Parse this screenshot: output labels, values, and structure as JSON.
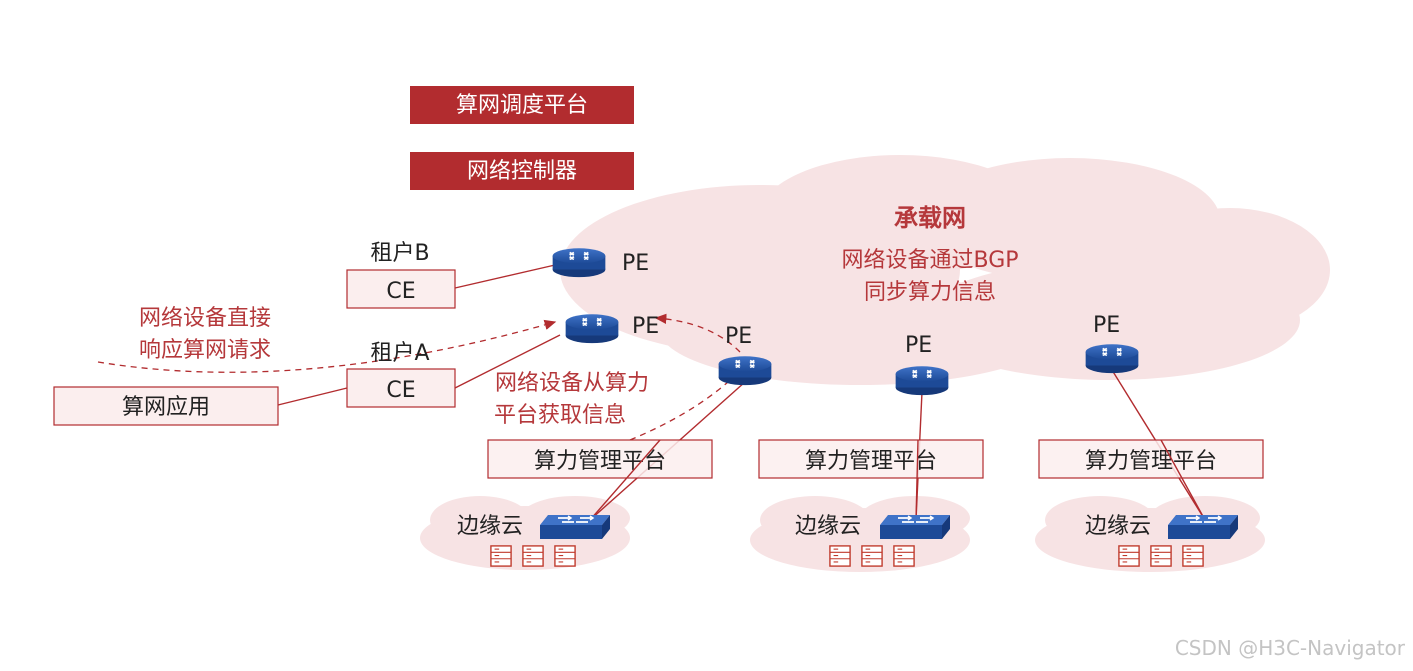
{
  "header_boxes": {
    "scheduling_platform": "算网调度平台",
    "network_controller": "网络控制器"
  },
  "bearer_network": {
    "title": "承载网",
    "note_line1": "网络设备通过BGP",
    "note_line2": "同步算力信息"
  },
  "tenants": {
    "tenant_b": "租户B",
    "tenant_a": "租户A",
    "ce_label": "CE"
  },
  "pe_label": "PE",
  "app_box": "算网应用",
  "notes": {
    "direct_line1": "网络设备直接",
    "direct_line2": "响应算网请求",
    "fetch_line1": "网络设备从算力",
    "fetch_line2": "平台获取信息"
  },
  "compute_platform": "算力管理平台",
  "edge_cloud": "边缘云",
  "watermark": "CSDN @H3C-Navigator",
  "colors": {
    "accent_red": "#b22c2f",
    "light_red_fill": "#fbeeee",
    "cloud_pink": "#f7e3e4",
    "device_blue": "#1f4e9c",
    "text_red": "#b5383b"
  }
}
